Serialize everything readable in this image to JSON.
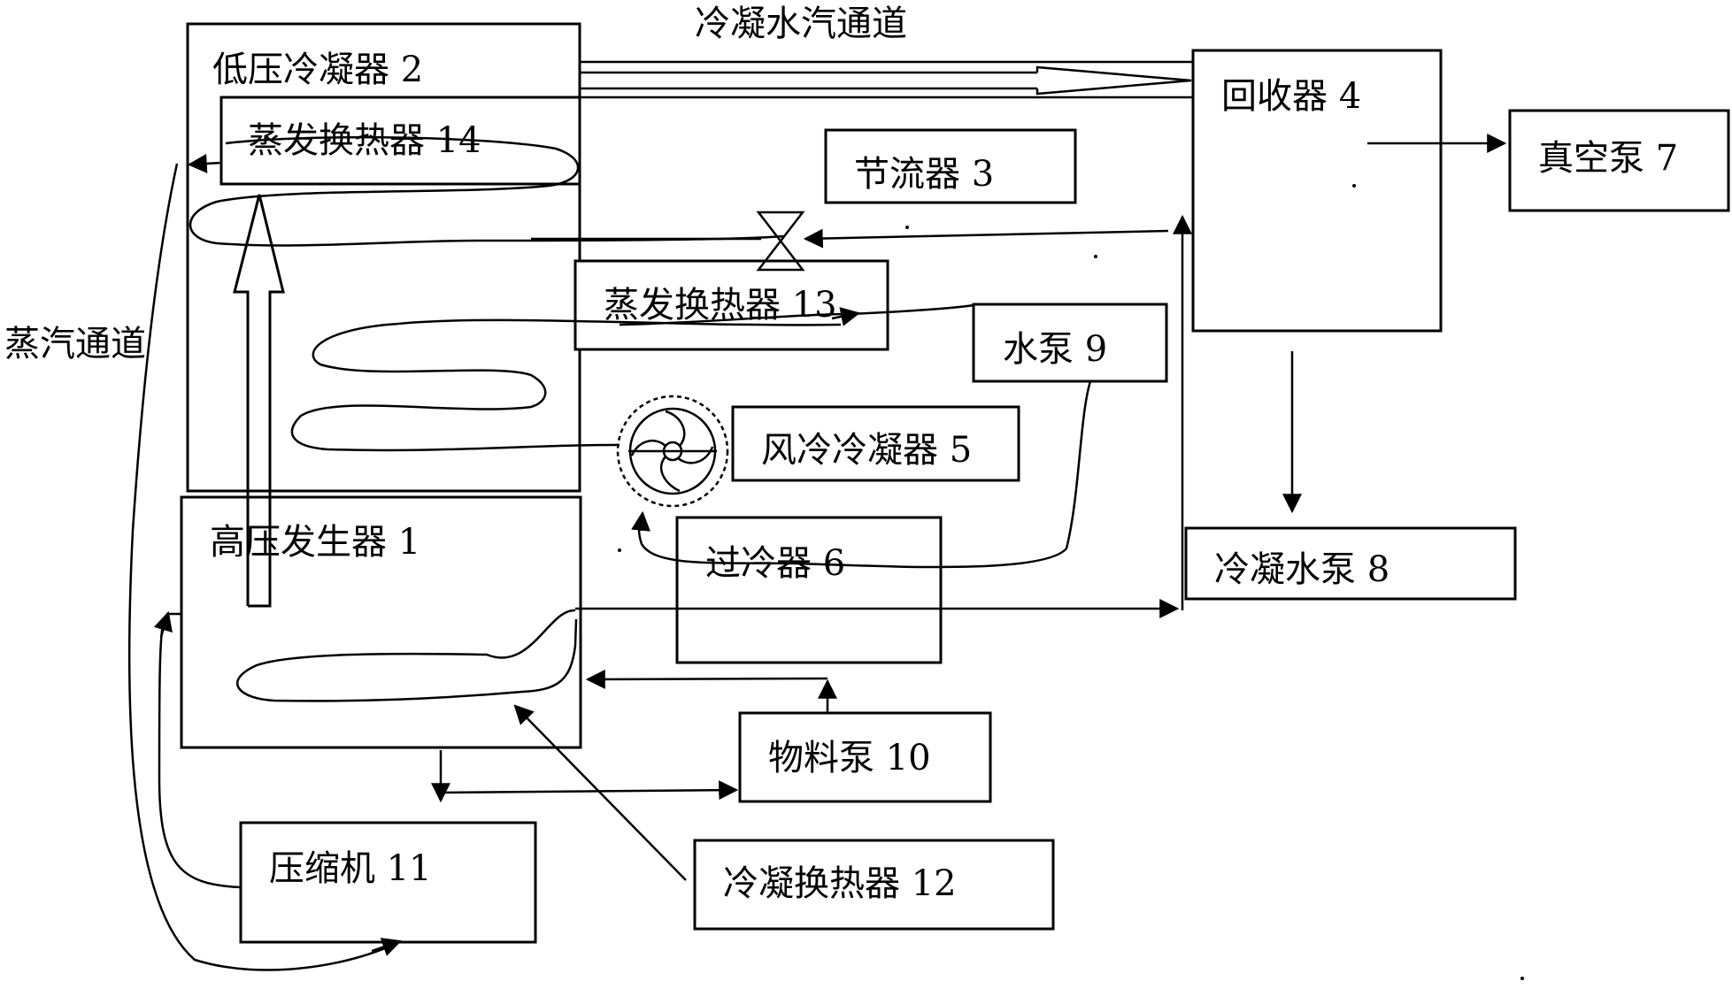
{
  "labels": {
    "condensate_vapor_channel": "冷凝水汽通道",
    "steam_channel": "蒸汽通道",
    "low_pressure_condenser": "低压冷凝器 2",
    "evaporator_hx_14": "蒸发换热器 14",
    "recovery_unit": "回收器 4",
    "vacuum_pump": "真空泵 7",
    "throttle": "节流器 3",
    "evaporator_hx_13": "蒸发换热器 13",
    "water_pump": "水泵 9",
    "air_cooled_condenser": "风冷冷凝器 5",
    "high_pressure_generator": "高压发生器 1",
    "subcooler": "过冷器 6",
    "condensate_pump": "冷凝水泵 8",
    "material_pump": "物料泵 10",
    "compressor": "压缩机 11",
    "condensing_hx_12": "冷凝换热器 12"
  }
}
